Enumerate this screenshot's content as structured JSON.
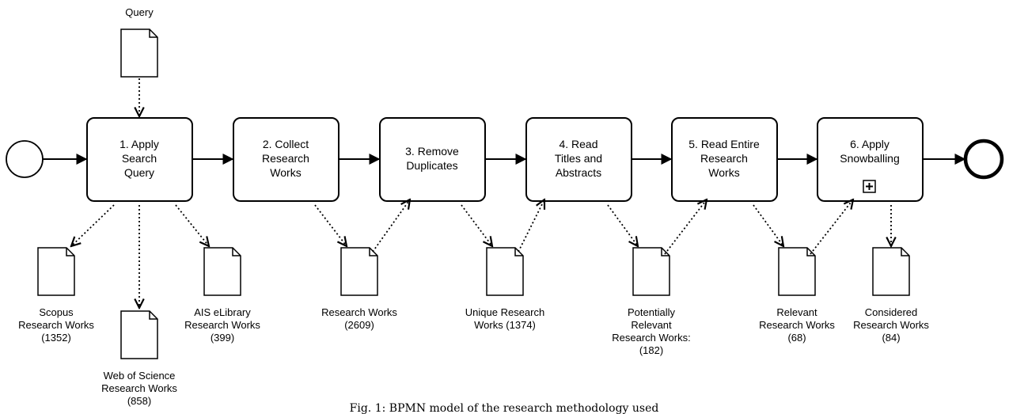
{
  "caption": "Fig. 1: BPMN model of the research methodology used",
  "query_doc": {
    "label": "Query"
  },
  "tasks": [
    {
      "lines": [
        "1. Apply",
        "Search",
        "Query"
      ]
    },
    {
      "lines": [
        "2. Collect",
        "Research",
        "Works"
      ]
    },
    {
      "lines": [
        "3. Remove",
        "Duplicates"
      ]
    },
    {
      "lines": [
        "4. Read",
        "Titles and",
        "Abstracts"
      ]
    },
    {
      "lines": [
        "5. Read Entire",
        "Research",
        "Works"
      ]
    },
    {
      "lines": [
        "6. Apply",
        "Snowballing"
      ]
    }
  ],
  "subprocess_marker": "+",
  "documents": [
    {
      "lines": [
        "Scopus",
        "Research Works",
        "(1352)"
      ]
    },
    {
      "lines": [
        "Web of Science",
        "Research Works",
        "(858)"
      ]
    },
    {
      "lines": [
        "AIS eLibrary",
        "Research Works",
        "(399)"
      ]
    },
    {
      "lines": [
        "Research Works",
        "(2609)"
      ]
    },
    {
      "lines": [
        "Unique Research",
        "Works (1374)"
      ]
    },
    {
      "lines": [
        "Potentially",
        "Relevant",
        "Research Works:",
        "(182)"
      ]
    },
    {
      "lines": [
        "Relevant",
        "Research Works",
        "(68)"
      ]
    },
    {
      "lines": [
        "Considered",
        "Research Works",
        "(84)"
      ]
    }
  ]
}
